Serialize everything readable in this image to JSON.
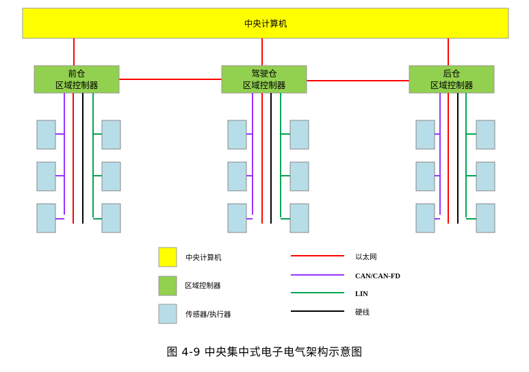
{
  "central": {
    "label": "中央计算机",
    "color": "#ffff00"
  },
  "zones": [
    {
      "name": "前仓",
      "sub": "区域控制器"
    },
    {
      "name": "驾驶仓",
      "sub": "区域控制器"
    },
    {
      "name": "后仓",
      "sub": "区域控制器"
    }
  ],
  "colors": {
    "zone": "#92d050",
    "sensor": "#b7dde8",
    "ethernet": "#ff0000",
    "can": "#9933ff",
    "lin": "#00a550",
    "hardwire": "#000000"
  },
  "legend": {
    "boxes": [
      {
        "label": "中央计算机",
        "color": "#ffff00"
      },
      {
        "label": "区域控制器",
        "color": "#92d050"
      },
      {
        "label": "传感器/执行器",
        "color": "#b7dde8"
      }
    ],
    "lines": [
      {
        "label": "以太网",
        "color": "#ff0000"
      },
      {
        "label": "CAN/CAN-FD",
        "color": "#9933ff"
      },
      {
        "label": "LIN",
        "color": "#00a550"
      },
      {
        "label": "硬线",
        "color": "#000000"
      }
    ]
  },
  "caption": "图  4-9  中央集中式电子电气架构示意图"
}
